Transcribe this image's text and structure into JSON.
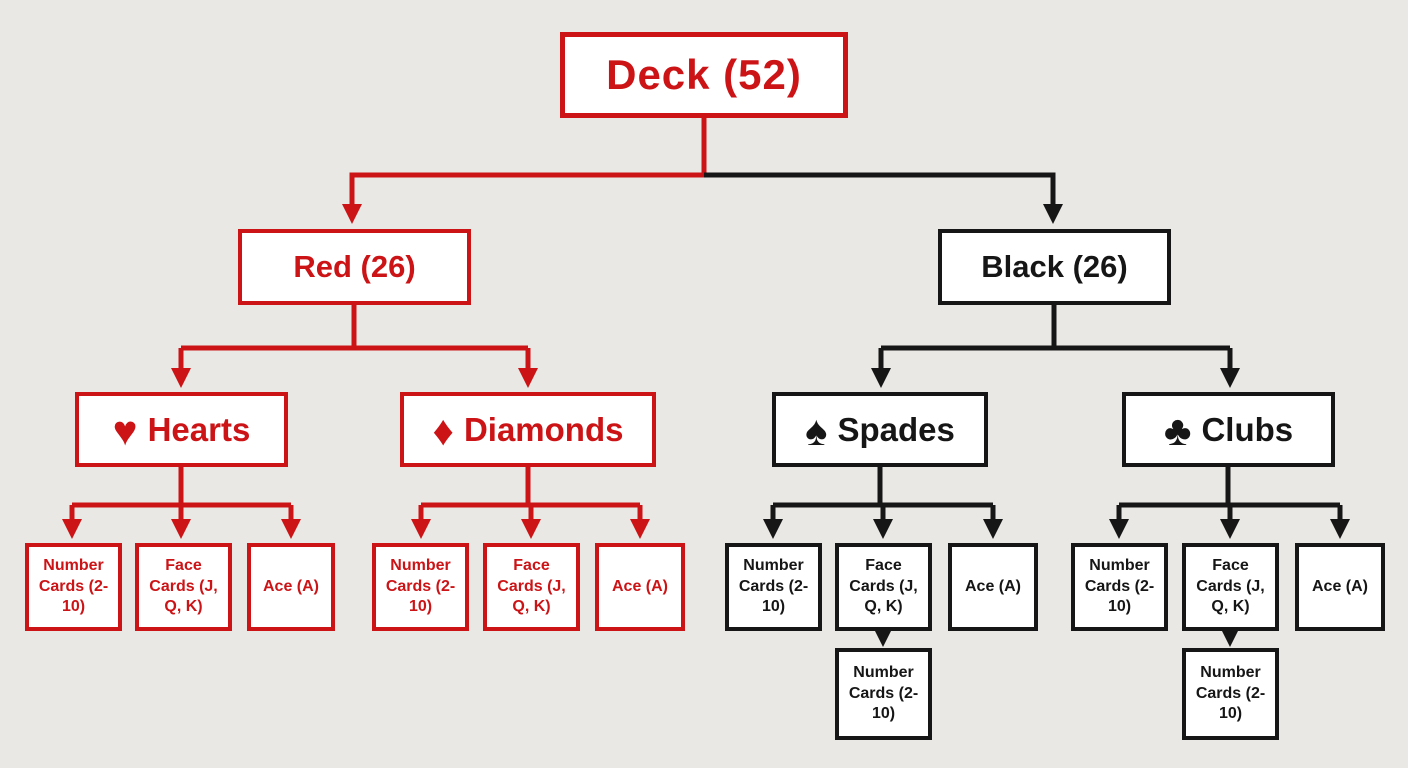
{
  "colors": {
    "red": "#cc1417",
    "black": "#161616",
    "background": "#e9e8e5",
    "box_bg": "#ffffff"
  },
  "nodes": {
    "deck": {
      "label": "Deck (52)"
    },
    "red_branch": {
      "label": "Red (26)"
    },
    "black_branch": {
      "label": "Black (26)"
    },
    "hearts": {
      "label": "Hearts"
    },
    "diamonds": {
      "label": "Diamonds"
    },
    "spades": {
      "label": "Spades"
    },
    "clubs": {
      "label": "Clubs"
    }
  },
  "icons": {
    "hearts": {
      "name": "heart-icon",
      "glyph": "♥"
    },
    "diamonds": {
      "name": "diamond-icon",
      "glyph": "♦"
    },
    "spades": {
      "name": "spade-icon",
      "glyph": "♠"
    },
    "clubs": {
      "name": "club-icon",
      "glyph": "♣"
    }
  },
  "leaf_labels": {
    "number": "Number Cards (2-10)",
    "face": "Face Cards (J, Q, K)",
    "ace": "Ace (A)"
  }
}
